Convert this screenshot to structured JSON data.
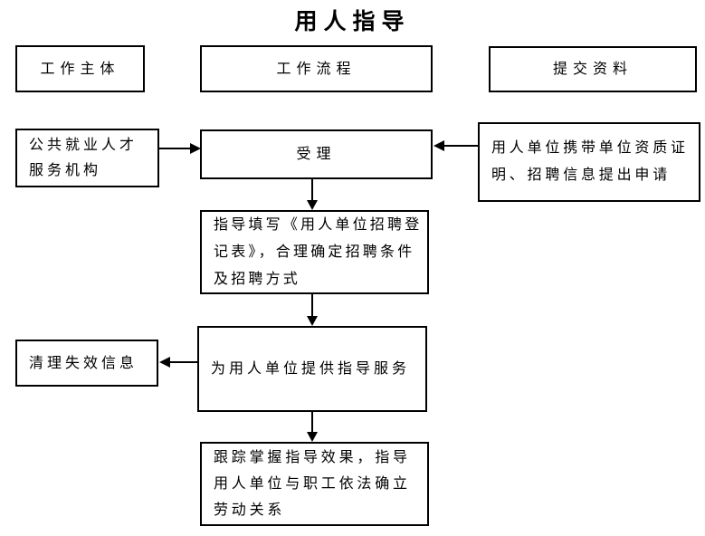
{
  "title": "用人指导",
  "columns": {
    "subject": "工作主体",
    "process": "工作流程",
    "materials": "提交资料"
  },
  "nodes": {
    "agency": "公共就业人才\n服务机构",
    "accept": "受理",
    "employer_apply": "用人单位携带单位资质证\n明、招聘信息提出申请",
    "guide_fill": "指导填写《用人单位招聘登\n记表》，合理确定招聘条件\n及招聘方式",
    "clear_invalid": "清理失效信息",
    "provide_guidance": "为用人单位提供指导服务",
    "track_effect": "跟踪掌握指导效果，指导\n用人单位与职工依法确立\n劳动关系"
  },
  "colors": {
    "line": "#000000",
    "background": "#ffffff",
    "text": "#000000"
  }
}
